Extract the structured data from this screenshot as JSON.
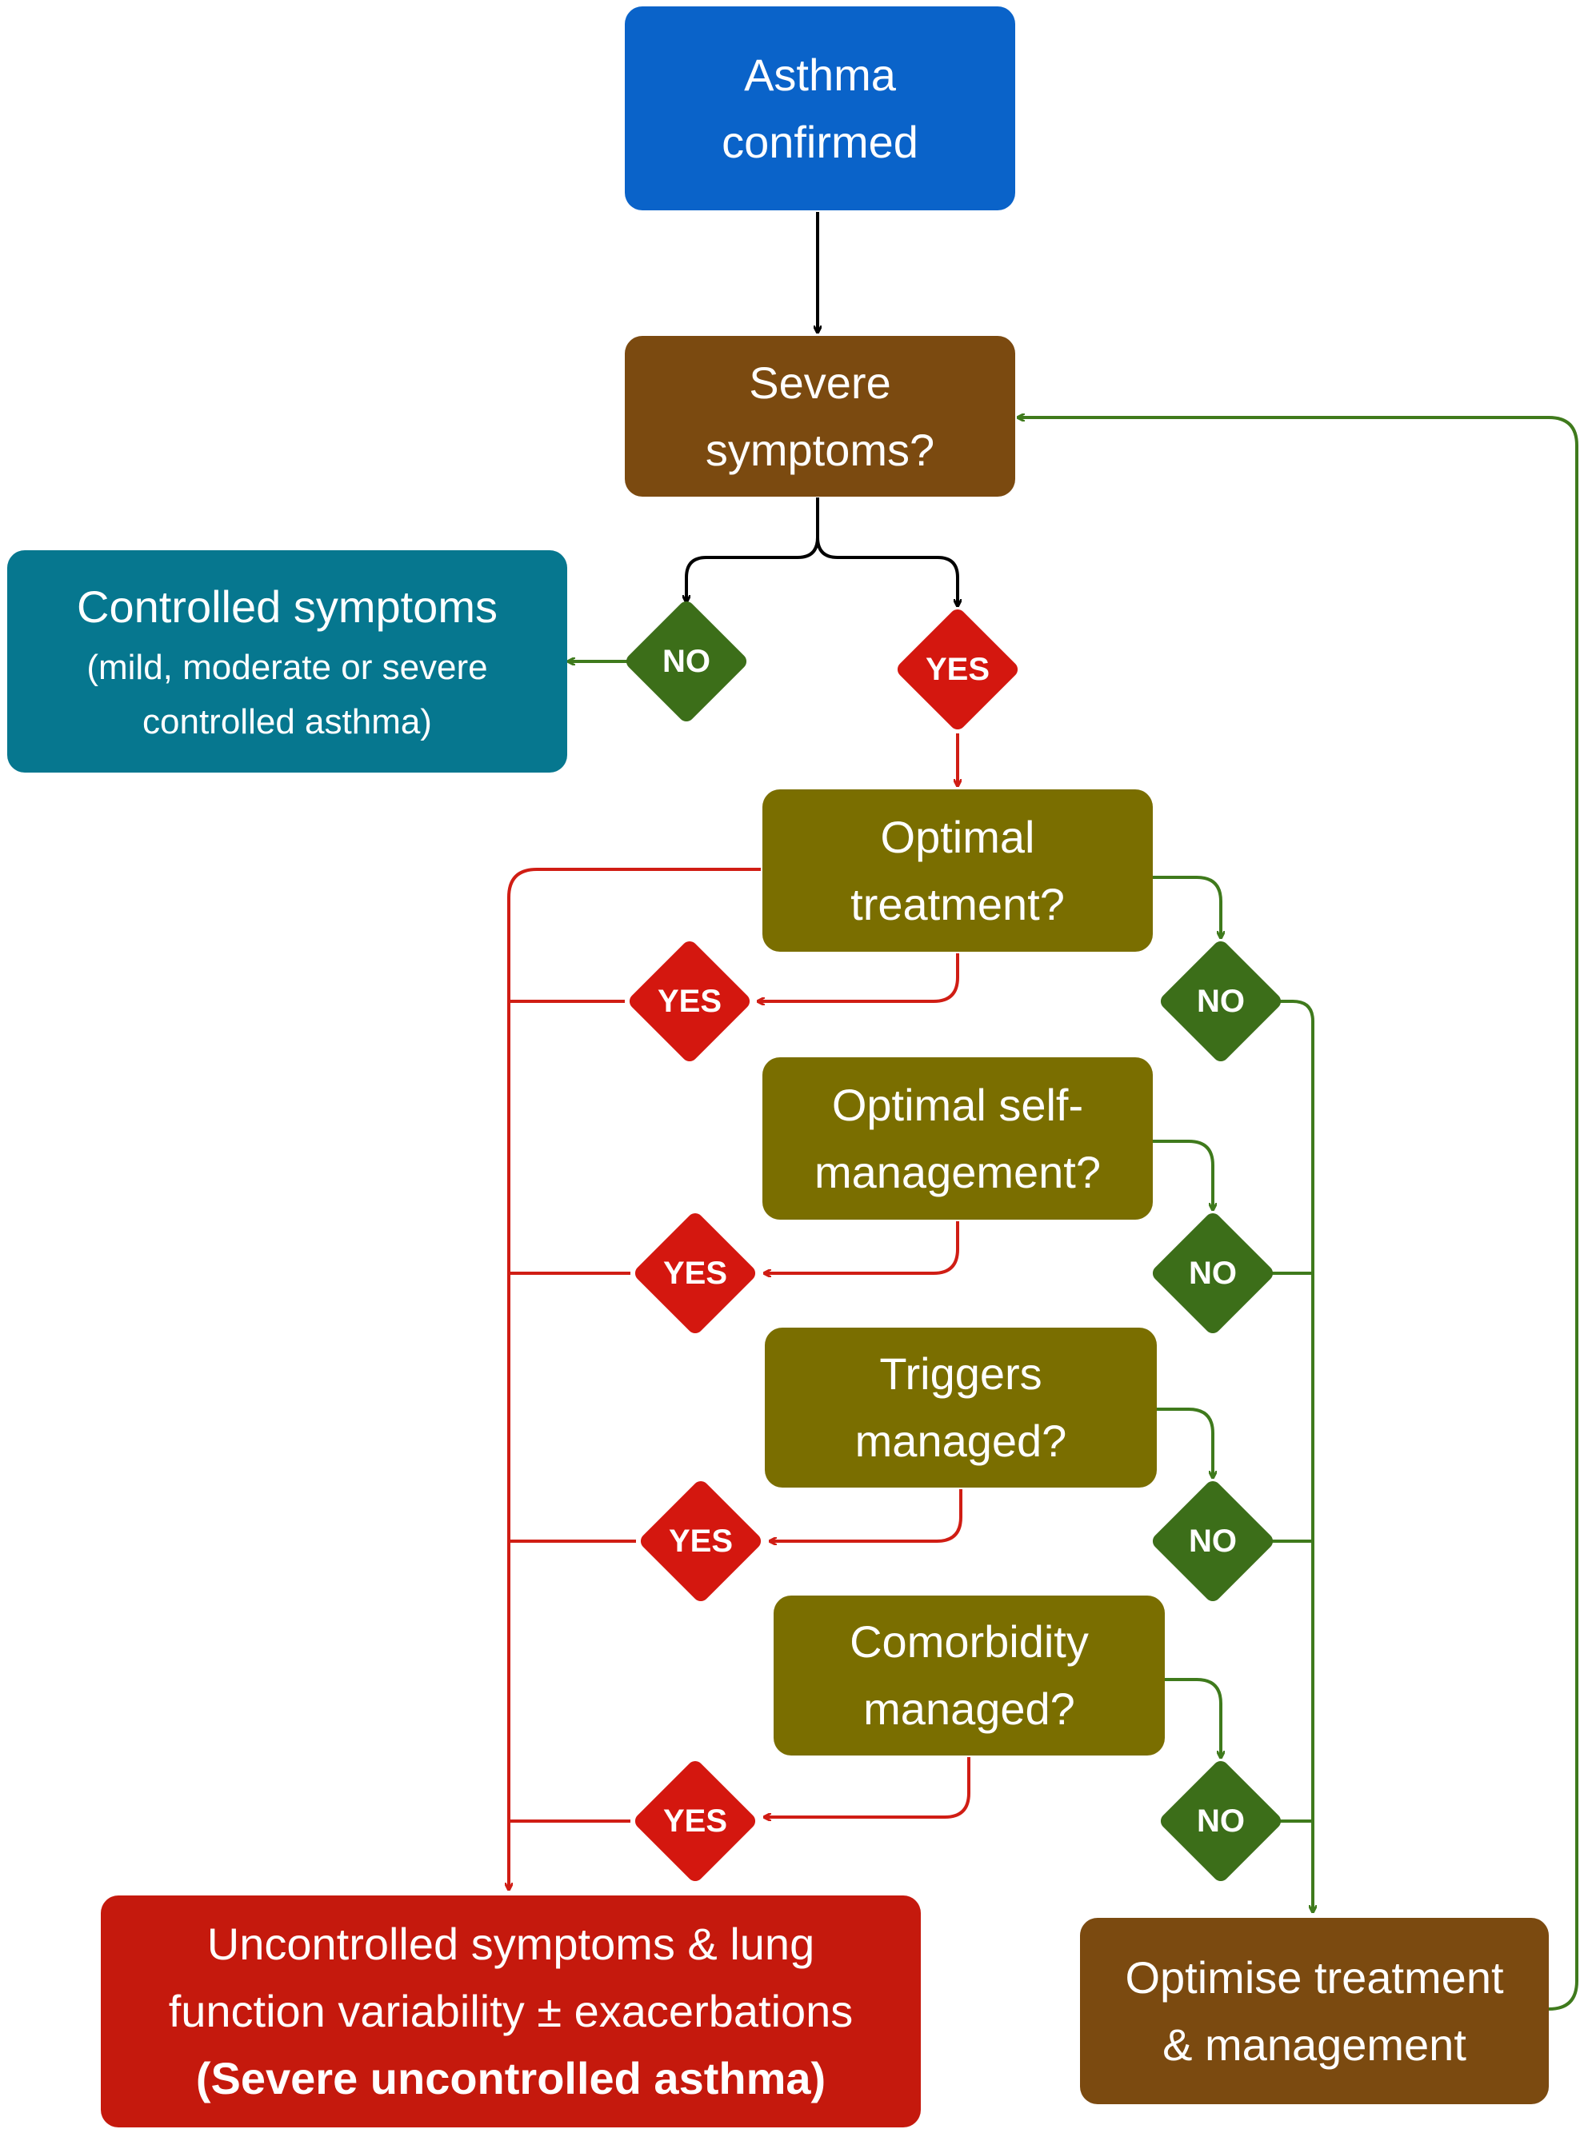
{
  "colors": {
    "start_blue": "#0a63c9",
    "question_brown": "#7b4a10",
    "controlled_teal": "#06778f",
    "question_olive": "#7a6e00",
    "outcome_red": "#c5190d",
    "no_green": "#3c6e19",
    "yes_red": "#d4170f",
    "arrow_black": "#000000",
    "arrow_red": "#d01d14",
    "arrow_green": "#3f7a1c"
  },
  "nodes": {
    "asthma_confirmed": [
      "Asthma",
      "confirmed"
    ],
    "severe_symptoms": [
      "Severe",
      "symptoms?"
    ],
    "controlled": {
      "title": "Controlled symptoms",
      "subtitle": [
        "(mild, moderate or severe",
        "controlled asthma)"
      ]
    },
    "optimal_treatment": [
      "Optimal",
      "treatment?"
    ],
    "optimal_self_management": [
      "Optimal self-",
      "management?"
    ],
    "triggers_managed": [
      "Triggers",
      "managed?"
    ],
    "comorbidity_managed": [
      "Comorbidity",
      "managed?"
    ],
    "uncontrolled": {
      "lines": [
        "Uncontrolled symptoms & lung",
        "function variability ± exacerbations"
      ],
      "bold": "(Severe uncontrolled asthma)"
    },
    "optimise": [
      "Optimise treatment",
      "& management"
    ]
  },
  "decisions": {
    "yes": "YES",
    "no": "NO"
  }
}
